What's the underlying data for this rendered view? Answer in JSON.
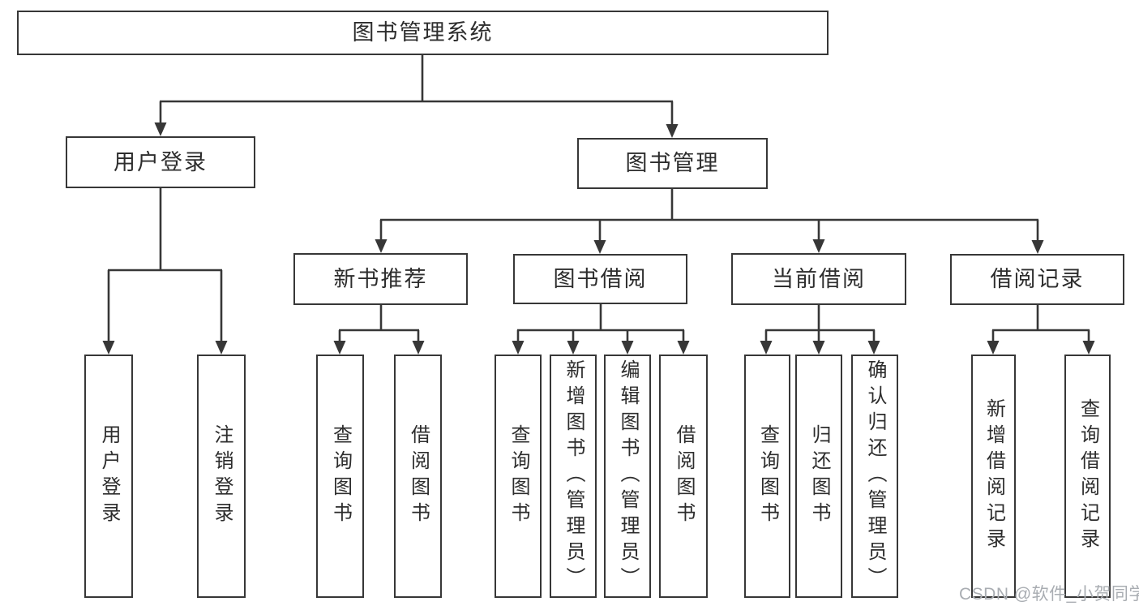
{
  "diagram": {
    "title_node": {
      "label": "图书管理系统"
    },
    "level2": [
      {
        "label": "用户登录"
      },
      {
        "label": "图书管理"
      }
    ],
    "level3": [
      {
        "label": "新书推荐"
      },
      {
        "label": "图书借阅"
      },
      {
        "label": "当前借阅"
      },
      {
        "label": "借阅记录"
      }
    ],
    "leaves": [
      {
        "group": "用户登录",
        "label": "用户登录"
      },
      {
        "group": "用户登录",
        "label": "注销登录"
      },
      {
        "group": "新书推荐",
        "label": "查询图书"
      },
      {
        "group": "新书推荐",
        "label": "借阅图书"
      },
      {
        "group": "图书借阅",
        "label": "查询图书"
      },
      {
        "group": "图书借阅",
        "label": "新增图书（管理员）"
      },
      {
        "group": "图书借阅",
        "label": "编辑图书（管理员）"
      },
      {
        "group": "图书借阅",
        "label": "借阅图书"
      },
      {
        "group": "当前借阅",
        "label": "查询图书"
      },
      {
        "group": "当前借阅",
        "label": "归还图书"
      },
      {
        "group": "当前借阅",
        "label": "确认归还（管理员）"
      },
      {
        "group": "借阅记录",
        "label": "新增借阅记录"
      },
      {
        "group": "借阅记录",
        "label": "查询借阅记录"
      }
    ]
  },
  "watermark": "CSDN @软件_小贺同学",
  "colors": {
    "line": "#373737",
    "border": "#373737",
    "text": "#2d2d2d",
    "watermark": "#a9adb2",
    "background": "#ffffff"
  }
}
